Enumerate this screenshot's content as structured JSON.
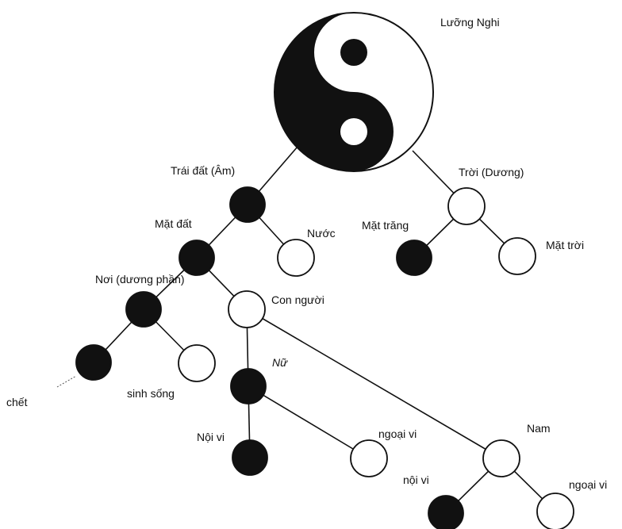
{
  "title_label": "Lưỡng Nghi",
  "nodes": {
    "earth": {
      "label": "Trái đất (Âm)",
      "fill": "black"
    },
    "sky": {
      "label": "Trời (Dương)",
      "fill": "white"
    },
    "ground": {
      "label": "Mặt đất",
      "fill": "black"
    },
    "water": {
      "label": "Nước",
      "fill": "white"
    },
    "moon": {
      "label": "Mặt trăng",
      "fill": "black"
    },
    "sun": {
      "label": "Mặt trời",
      "fill": "white"
    },
    "place": {
      "label": "Nơi (dương phần)",
      "fill": "black"
    },
    "human": {
      "label": "Con người",
      "fill": "white"
    },
    "death": {
      "label": "chết",
      "fill": "black"
    },
    "living": {
      "label": "sinh sống",
      "fill": "white"
    },
    "female": {
      "label": "Nữ",
      "fill": "black"
    },
    "male": {
      "label": "Nam",
      "fill": "white"
    },
    "female_inner": {
      "label": "Nội vi",
      "fill": "black"
    },
    "female_outer": {
      "label": "ngoại vi",
      "fill": "white"
    },
    "male_inner": {
      "label": "nội vi",
      "fill": "black"
    },
    "male_outer": {
      "label": "ngoại vi",
      "fill": "white"
    }
  },
  "colors": {
    "ink": "#111111",
    "paper": "#ffffff"
  }
}
